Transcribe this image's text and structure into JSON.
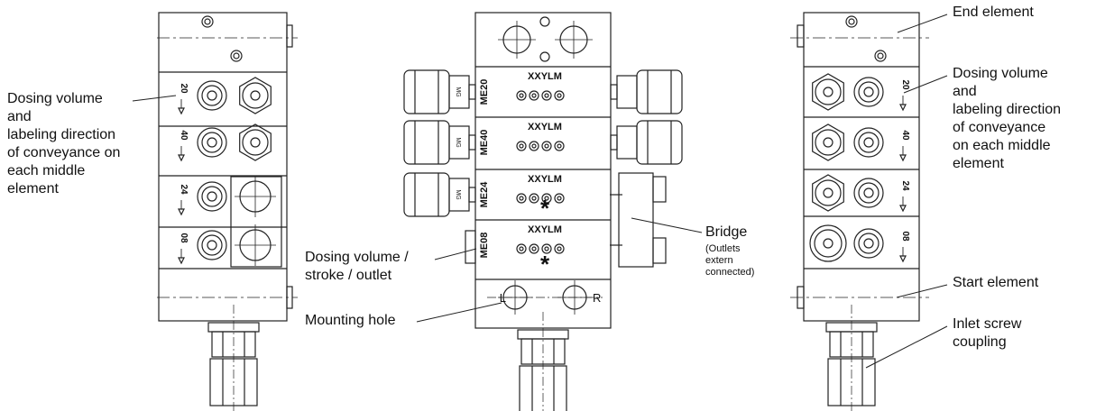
{
  "labels": {
    "left_dosing": [
      "Dosing volume",
      "and",
      "labeling  direction",
      "of conveyance on",
      "each middle",
      "element"
    ],
    "right_dosing": [
      "Dosing volume",
      "and",
      "labeling  direction",
      "of conveyance",
      "on each middle",
      "element"
    ],
    "end_element": "End element",
    "start_element": "Start element",
    "inlet": [
      "Inlet screw",
      "coupling"
    ],
    "bridge": "Bridge",
    "bridge_note": [
      "(Outlets",
      "extern",
      "connected)"
    ],
    "dosing_stroke": [
      "Dosing volume /",
      "stroke / outlet"
    ],
    "mounting_hole": "Mounting hole"
  },
  "elements": {
    "volumes": [
      "20",
      "40",
      "24",
      "08"
    ],
    "codes": [
      "ME20",
      "ME40",
      "ME24",
      "ME08"
    ],
    "marking": "XXYLM",
    "asterisk": "*",
    "outlet_left": "L",
    "outlet_right": "R"
  }
}
